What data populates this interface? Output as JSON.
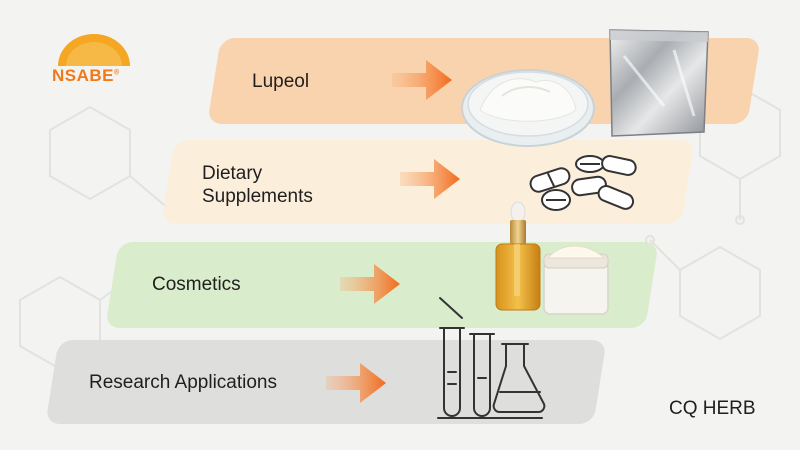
{
  "logo": {
    "text": "NSABE",
    "mark": "®"
  },
  "rows": [
    {
      "label_line1": "Lupeol",
      "label_line2": "",
      "arrow_color": "#f26a1b",
      "icon": "powder-dish-and-foil-pouch"
    },
    {
      "label_line1": "Dietary",
      "label_line2": "Supplements",
      "arrow_color": "#f26a1b",
      "icon": "capsules-and-tablets"
    },
    {
      "label_line1": "Cosmetics",
      "label_line2": "",
      "arrow_color": "#f26a1b",
      "icon": "serum-bottle-and-cream-jar"
    },
    {
      "label_line1": "Research Applications",
      "label_line2": "",
      "arrow_color": "#f26a1b",
      "icon": "test-tubes-and-flask"
    }
  ],
  "brand": "CQ HERB",
  "colors": {
    "band1": "#f9d3ae",
    "band2": "#fbeedb",
    "band3": "#d9edcc",
    "band4": "#dededd",
    "accent": "#f26a1b",
    "logo": "#f07a1a"
  }
}
